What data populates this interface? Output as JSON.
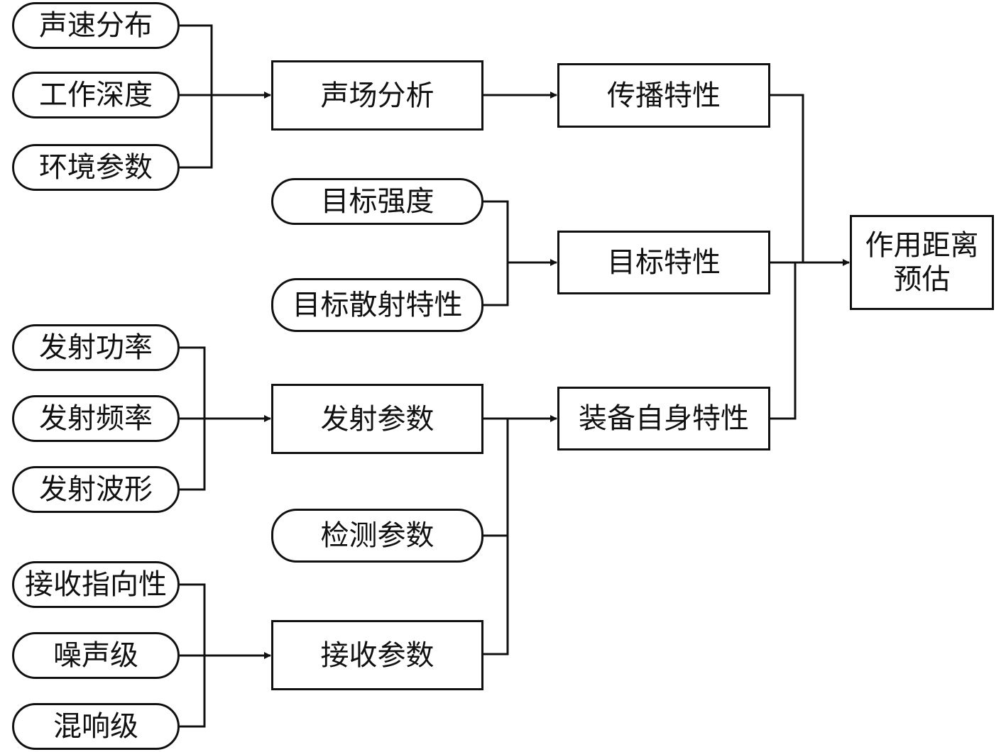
{
  "nodes": {
    "sound_speed": "声速分布",
    "work_depth": "工作深度",
    "env_params": "环境参数",
    "sound_field": "声场分析",
    "propagation": "传播特性",
    "target_strength": "目标强度",
    "target_scatter": "目标散射特性",
    "target_char": "目标特性",
    "range_estimate_line1": "作用距离",
    "range_estimate_line2": "预估",
    "tx_power": "发射功率",
    "tx_freq": "发射频率",
    "tx_wave": "发射波形",
    "tx_params": "发射参数",
    "equip_char": "装备自身特性",
    "detect_params": "检测参数",
    "rx_directivity": "接收指向性",
    "noise_level": "噪声级",
    "reverb_level": "混响级",
    "rx_params": "接收参数"
  }
}
